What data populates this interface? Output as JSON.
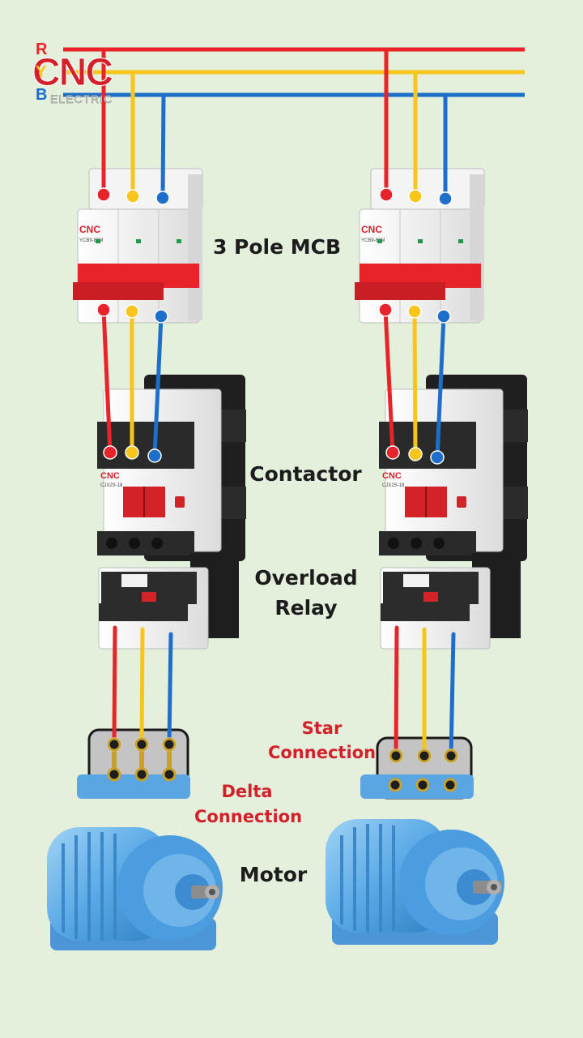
{
  "logo": {
    "brand": "CNC",
    "sub": "ELECTRIC"
  },
  "phases": [
    {
      "label": "R",
      "color": "#e8232a"
    },
    {
      "label": "Y",
      "color": "#f7c51b"
    },
    {
      "label": "B",
      "color": "#1e6fc9"
    }
  ],
  "labels": {
    "mcb": "3 Pole MCB",
    "contactor": "Contactor",
    "overload_1": "Overload",
    "overload_2": "Relay",
    "star_1": "Star",
    "star_2": "Connection",
    "delta_1": "Delta",
    "delta_2": "Connection",
    "motor": "Motor"
  },
  "device_text": {
    "mcb_brand": "CNC",
    "mcb_model": "YCB9-80M",
    "contactor_brand": "CNC",
    "contactor_model": "CJX2S-18"
  },
  "colors": {
    "background": "#e4efdc",
    "red": "#e8232a",
    "yellow": "#f7c51b",
    "blue": "#1e6fc9",
    "accent_text": "#d4202a"
  }
}
